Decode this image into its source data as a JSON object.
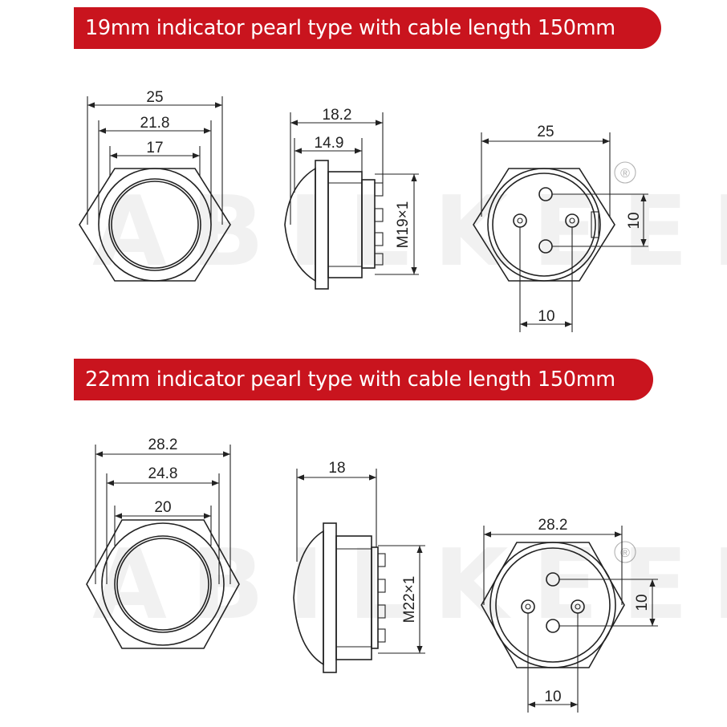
{
  "colors": {
    "banner": "#c9141e",
    "banner_text": "#ffffff",
    "line": "#222222"
  },
  "banners": [
    "19mm indicator pearl type with cable length 150mm",
    "22mm indicator pearl type with cable length 150mm"
  ],
  "watermark": "ABILKEEN",
  "registered_mark": "®",
  "diagram_19": {
    "front": {
      "outer": "25",
      "middle": "21.8",
      "inner": "17"
    },
    "side": {
      "depth": "18.2",
      "dome": "14.9",
      "thread": "M19×1"
    },
    "back": {
      "width": "25",
      "pin_vertical": "10",
      "pin_horizontal": "10"
    }
  },
  "diagram_22": {
    "front": {
      "outer": "28.2",
      "middle": "24.8",
      "inner": "20"
    },
    "side": {
      "depth": "18",
      "thread": "M22×1"
    },
    "back": {
      "width": "28.2",
      "pin_vertical": "10",
      "pin_horizontal": "10"
    }
  }
}
